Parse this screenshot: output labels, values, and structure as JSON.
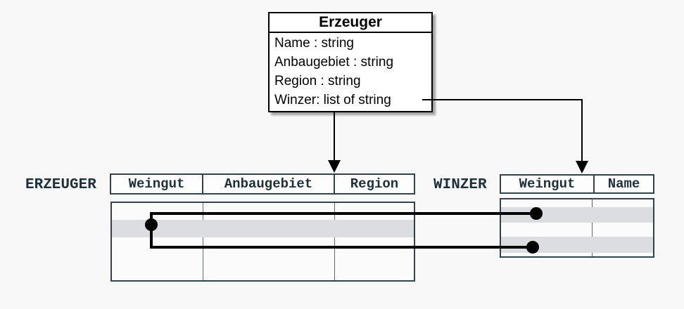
{
  "class_box": {
    "title": "Erzeuger",
    "attributes": [
      "Name : string",
      "Anbaugebiet : string",
      "Region : string",
      "Winzer: list of string"
    ]
  },
  "erzeuger_table": {
    "label": "ERZEUGER",
    "columns": [
      "Weingut",
      "Anbaugebiet",
      "Region"
    ]
  },
  "winzer_table": {
    "label": "WINZER",
    "columns": [
      "Weingut",
      "Name"
    ]
  },
  "colors": {
    "background": "#f8f8f9",
    "row_shade": "#dcdde1",
    "table_border": "#32434a",
    "label_text": "#1e3138",
    "connector": "#000000"
  }
}
